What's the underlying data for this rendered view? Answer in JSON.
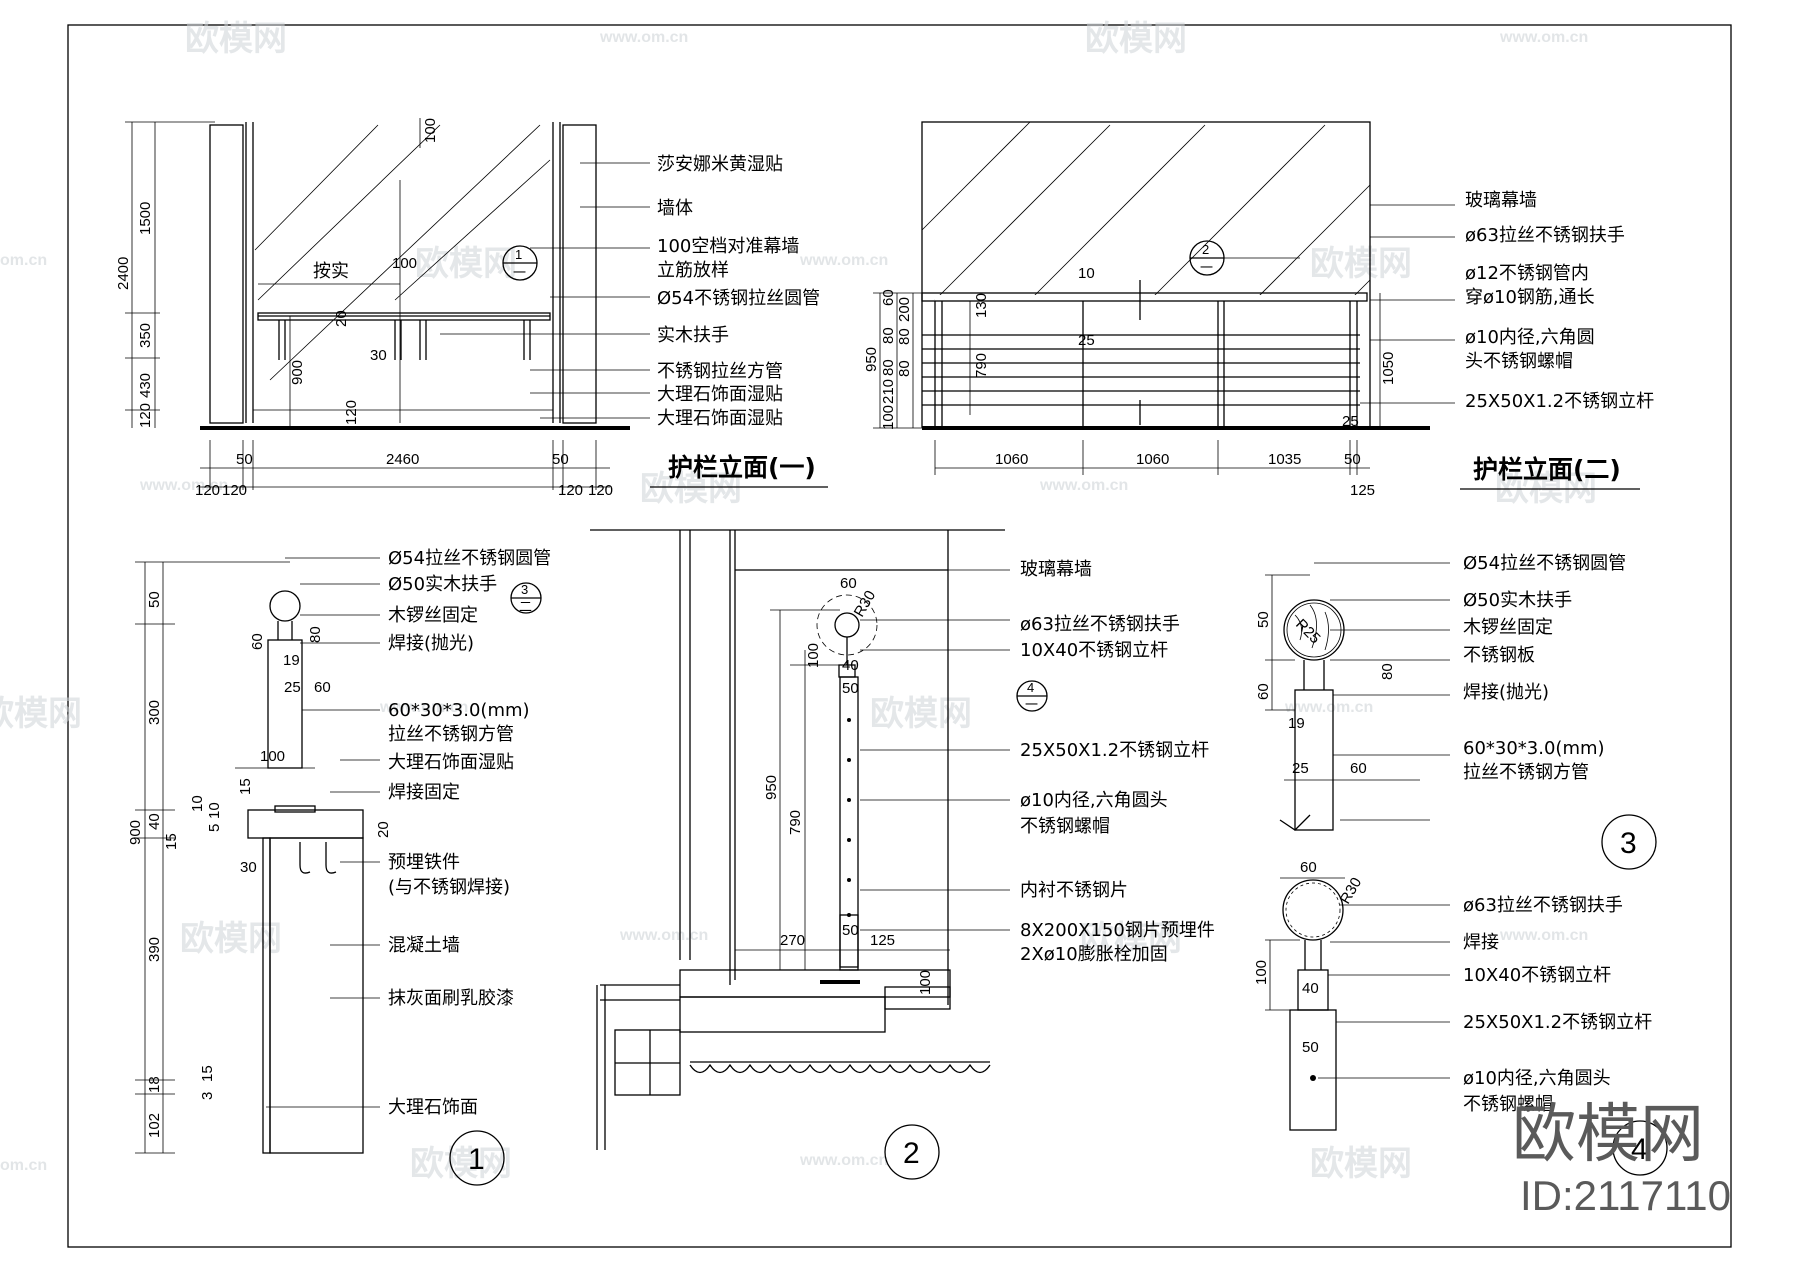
{
  "watermark": {
    "brand": "欧模网",
    "url": "www.om.cn",
    "short_url": "om.cn",
    "id_label": "ID:2117110"
  },
  "elevation1": {
    "title": "护栏立面(一)",
    "section_marker": {
      "num": "1",
      "sheet": "一"
    },
    "labels": [
      "莎安娜米黄湿贴",
      "墙体",
      "100空档对准幕墙",
      "立筋放样",
      "Ø54不锈钢拉丝圆管",
      "实木扶手",
      "不锈钢拉丝方管",
      "大理石饰面湿贴",
      "大理石饰面湿贴"
    ],
    "dims": {
      "d2400": "2400",
      "d1500": "1500",
      "d350": "350",
      "d430": "430",
      "d120": "120",
      "d100": "100",
      "d900": "900",
      "d30": "30",
      "d120b": "120",
      "d2460": "2460",
      "d50a": "50",
      "d50b": "50",
      "d120c": "120",
      "d120d": "120",
      "d120e": "120",
      "d120f": "120",
      "d100b": "100",
      "d20": "20",
      "as_built": "按实"
    }
  },
  "elevation2": {
    "title": "护栏立面(二)",
    "section_marker": {
      "num": "2",
      "sheet": "一"
    },
    "labels": [
      "玻璃幕墙",
      "ø63拉丝不锈钢扶手",
      "ø12不锈钢管内",
      "穿ø10钢筋,通长",
      "ø10内径,六角圆",
      "头不锈钢螺帽",
      "25X50X1.2不锈钢立杆"
    ],
    "dims": {
      "d10": "10",
      "d25": "25",
      "d60": "60",
      "d200": "200",
      "d80a": "80",
      "d80b": "80",
      "d80c": "80",
      "d80d": "80",
      "d210": "210",
      "d100": "100",
      "d130": "130",
      "d790": "790",
      "d950": "950",
      "d1050": "1050",
      "d25b": "25",
      "d1060a": "1060",
      "d1060b": "1060",
      "d1035": "1035",
      "d50": "50",
      "d125": "125"
    }
  },
  "detail1": {
    "num": "1",
    "marker": {
      "num": "3",
      "sheet": "二"
    },
    "labels": [
      "Ø54拉丝不锈钢圆管",
      "Ø50实木扶手",
      "木锣丝固定",
      "焊接(抛光)",
      "60*30*3.0(mm)",
      "拉丝不锈钢方管",
      "大理石饰面湿贴",
      "焊接固定",
      "预埋铁件",
      "(与不锈钢焊接)",
      "混凝土墙",
      "抹灰面刷乳胶漆",
      "大理石饰面"
    ],
    "dims": {
      "d50": "50",
      "d300": "300",
      "d40": "40",
      "d15": "15",
      "d900": "900",
      "d390": "390",
      "d18": "18",
      "d102": "102",
      "d60": "60",
      "d19": "19",
      "d80": "80",
      "d25": "25",
      "d60b": "60",
      "d100": "100",
      "d15b": "15",
      "d10": "10",
      "d5": "5",
      "d10b": "10",
      "d20": "20",
      "d30": "30",
      "d15c": "15",
      "d3": "3"
    }
  },
  "detail2": {
    "num": "2",
    "marker": {
      "num": "4",
      "sheet": "一"
    },
    "labels": [
      "玻璃幕墙",
      "ø63拉丝不锈钢扶手",
      "10X40不锈钢立杆",
      "25X50X1.2不锈钢立杆",
      "ø10内径,六角圆头",
      "不锈钢螺帽",
      "内衬不锈钢片",
      "8X200X150钢片预埋件",
      "2Xø10膨胀栓加固"
    ],
    "dims": {
      "d60": "60",
      "r30": "R30",
      "d100": "100",
      "d40": "40",
      "d50": "50",
      "d950": "950",
      "d790": "790",
      "d50b": "50",
      "d270": "270",
      "d125": "125",
      "d100b": "100"
    }
  },
  "detail3": {
    "num": "3",
    "labels": [
      "Ø54拉丝不锈钢圆管",
      "Ø50实木扶手",
      "木锣丝固定",
      "不锈钢板",
      "焊接(抛光)",
      "60*30*3.0(mm)",
      "拉丝不锈钢方管"
    ],
    "dims": {
      "d50": "50",
      "r25": "R25",
      "d60": "60",
      "d19": "19",
      "d80": "80",
      "d25": "25",
      "d60b": "60"
    }
  },
  "detail4": {
    "num": "4",
    "labels": [
      "ø63拉丝不锈钢扶手",
      "焊接",
      "10X40不锈钢立杆",
      "25X50X1.2不锈钢立杆",
      "ø10内径,六角圆头",
      "不锈钢螺帽"
    ],
    "dims": {
      "d60": "60",
      "r30": "R30",
      "d100": "100",
      "d40": "40",
      "d50": "50"
    }
  }
}
